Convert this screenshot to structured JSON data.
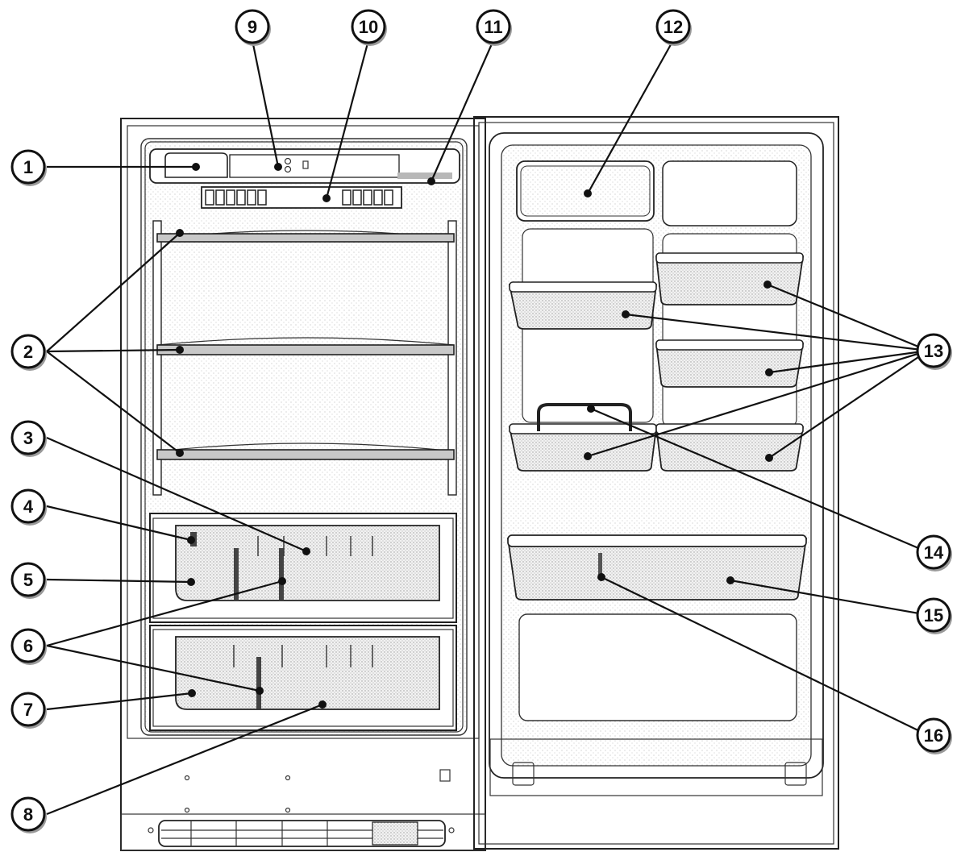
{
  "callouts": [
    {
      "id": "1",
      "label": "1"
    },
    {
      "id": "2",
      "label": "2"
    },
    {
      "id": "3",
      "label": "3"
    },
    {
      "id": "4",
      "label": "4"
    },
    {
      "id": "5",
      "label": "5"
    },
    {
      "id": "6",
      "label": "6"
    },
    {
      "id": "7",
      "label": "7"
    },
    {
      "id": "8",
      "label": "8"
    },
    {
      "id": "9",
      "label": "9"
    },
    {
      "id": "10",
      "label": "10"
    },
    {
      "id": "11",
      "label": "11"
    },
    {
      "id": "12",
      "label": "12"
    },
    {
      "id": "13",
      "label": "13"
    },
    {
      "id": "14",
      "label": "14"
    },
    {
      "id": "15",
      "label": "15"
    },
    {
      "id": "16",
      "label": "16"
    }
  ],
  "colors": {
    "line": "#111111",
    "shelf": "#c8c8c8",
    "background": "#ffffff"
  }
}
